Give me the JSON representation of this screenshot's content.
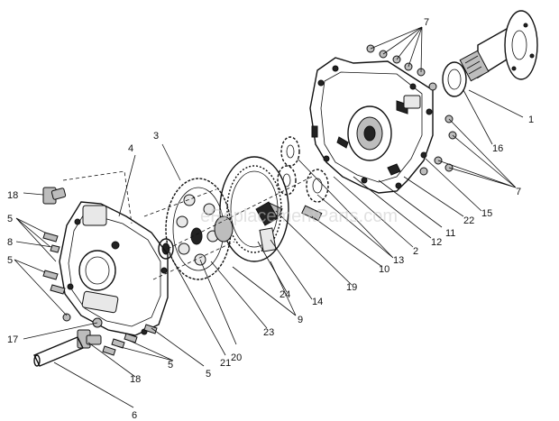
{
  "watermark": "eReplacementParts.com",
  "callouts": [
    {
      "id": "c1",
      "text": "1"
    },
    {
      "id": "c2",
      "text": "2"
    },
    {
      "id": "c3",
      "text": "3"
    },
    {
      "id": "c4",
      "text": "4"
    },
    {
      "id": "c5a",
      "text": "5"
    },
    {
      "id": "c5b",
      "text": "5"
    },
    {
      "id": "c5c",
      "text": "5"
    },
    {
      "id": "c5d",
      "text": "5"
    },
    {
      "id": "c6",
      "text": "6"
    },
    {
      "id": "c7a",
      "text": "7"
    },
    {
      "id": "c7b",
      "text": "7"
    },
    {
      "id": "c8",
      "text": "8"
    },
    {
      "id": "c9",
      "text": "9"
    },
    {
      "id": "c10",
      "text": "10"
    },
    {
      "id": "c11",
      "text": "11"
    },
    {
      "id": "c12",
      "text": "12"
    },
    {
      "id": "c13",
      "text": "13"
    },
    {
      "id": "c14",
      "text": "14"
    },
    {
      "id": "c15",
      "text": "15"
    },
    {
      "id": "c16",
      "text": "16"
    },
    {
      "id": "c17",
      "text": "17"
    },
    {
      "id": "c18a",
      "text": "18"
    },
    {
      "id": "c18b",
      "text": "18"
    },
    {
      "id": "c19",
      "text": "19"
    },
    {
      "id": "c20",
      "text": "20"
    },
    {
      "id": "c21",
      "text": "21"
    },
    {
      "id": "c22",
      "text": "22"
    },
    {
      "id": "c23",
      "text": "23"
    },
    {
      "id": "c24",
      "text": "24"
    }
  ]
}
